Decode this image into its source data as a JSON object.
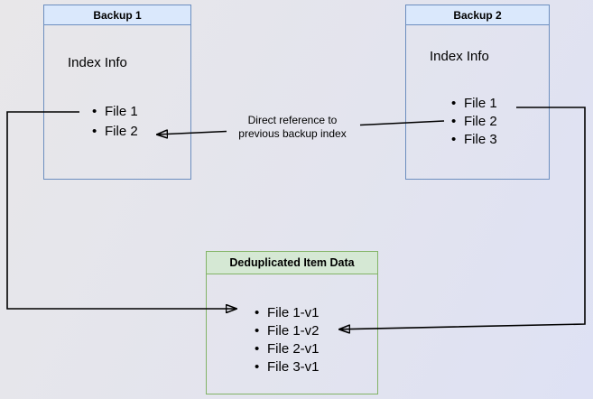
{
  "colors": {
    "backup_header_bg": "#dae8fc",
    "backup_border": "#6c8ebf",
    "dedup_header_bg": "#d5e8d4",
    "dedup_border": "#82b366",
    "connector": "#000000",
    "background_start": "#e8e7e9",
    "background_end": "#dee1f4"
  },
  "diagram": {
    "backup1": {
      "title": "Backup 1",
      "subtitle": "Index Info",
      "files": [
        "File 1",
        "File 2"
      ]
    },
    "backup2": {
      "title": "Backup 2",
      "subtitle": "Index Info",
      "files": [
        "File 1",
        "File 2",
        "File 3"
      ]
    },
    "dedup": {
      "title": "Deduplicated Item Data",
      "items": [
        "File 1-v1",
        "File 1-v2",
        "File 2-v1",
        "File 3-v1"
      ]
    },
    "annotation": {
      "line1": "Direct reference to",
      "line2": "previous backup index"
    }
  }
}
